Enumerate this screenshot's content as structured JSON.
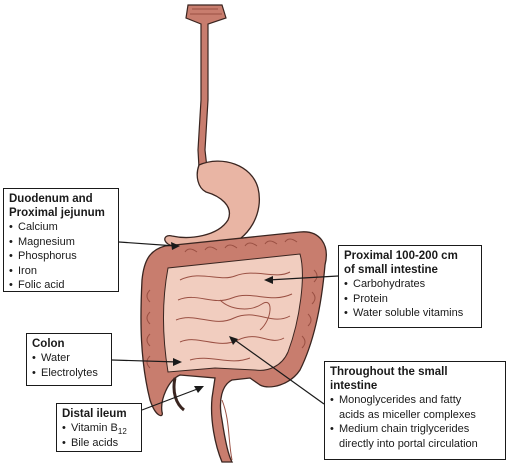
{
  "colors": {
    "organ_fill": "#c87d6e",
    "organ_dark": "#9a5043",
    "stomach_fill": "#e9b5a4",
    "small_intestine_fill": "#f1cdbf",
    "outline": "#3a2520"
  },
  "labels": {
    "duodenum": {
      "title_line1": "Duodenum and",
      "title_line2": "Proximal jejunum",
      "items": [
        "Calcium",
        "Magnesium",
        "Phosphorus",
        "Iron",
        "Folic acid"
      ]
    },
    "proximal": {
      "title_line1": "Proximal 100-200 cm",
      "title_line2": "of small intestine",
      "items": [
        "Carbohydrates",
        "Protein",
        "Water soluble vitamins"
      ]
    },
    "colon": {
      "title": "Colon",
      "items": [
        "Water",
        "Electrolytes"
      ]
    },
    "throughout": {
      "title_line1": "Throughout the small",
      "title_line2": "intestine",
      "item1_line1": "Monoglycerides and fatty",
      "item1_line2": "acids as miceller complexes",
      "item2_line1": "Medium chain triglycerides",
      "item2_line2": "directly into portal circulation"
    },
    "distal_ileum": {
      "title": "Distal ileum",
      "vitamin_prefix": "Vitamin B",
      "vitamin_sub": "12",
      "item2": "Bile acids"
    }
  }
}
